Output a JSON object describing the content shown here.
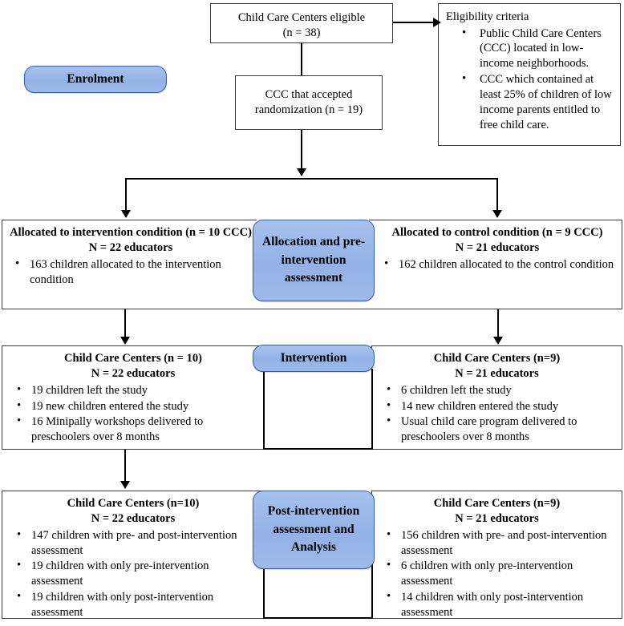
{
  "diagram": {
    "title": "CONSORT participant flow diagram",
    "accent_blue": "#9cb8e8",
    "accent_blue_border": "#2f5fa8",
    "box_border": "#3a3a3a"
  },
  "stages": {
    "enrolment_label": "Enrolment",
    "allocation_label": "Allocation and pre-intervention assessment",
    "intervention_label": "Intervention",
    "post_label": "Post-intervention assessment and Analysis"
  },
  "enrolment": {
    "eligible_line1": "Child Care Centers eligible",
    "eligible_line2": "(n = 38)",
    "randomized_line1": "CCC that accepted",
    "randomized_line2": "randomization (n = 19)",
    "criteria_title": "Eligibility criteria",
    "criteria_items": [
      "Public Child Care Centers (CCC) located in low-income neighborhoods.",
      "CCC which contained at least 25% of children of low income parents entitled to free child care."
    ]
  },
  "allocation": {
    "intervention": {
      "header_line1": "Allocated to intervention condition (n = 10 CCC)",
      "header_line2": "N = 22 educators",
      "items": [
        "163 children allocated to the intervention condition"
      ]
    },
    "control": {
      "header_line1": "Allocated to control condition (n = 9 CCC)",
      "header_line2": "N = 21 educators",
      "items": [
        "162 children allocated to the control condition"
      ]
    }
  },
  "intervention_row": {
    "intervention": {
      "header_line1": "Child Care Centers (n = 10)",
      "header_line2": "N = 22 educators",
      "items": [
        "19 children left the study",
        "19 new children entered the study",
        "16 Minipally workshops delivered to preschoolers over 8 months"
      ]
    },
    "control": {
      "header_line1": "Child Care Centers (n=9)",
      "header_line2": "N = 21 educators",
      "items": [
        "6 children left the study",
        "14 new children entered the study",
        "Usual child care program delivered to preschoolers over 8 months"
      ]
    }
  },
  "post_row": {
    "intervention": {
      "header_line1": "Child Care Centers (n=10)",
      "header_line2": "N = 22 educators",
      "items": [
        "147 children with pre- and post-intervention assessment",
        "19 children with only pre-intervention assessment",
        "19 children with only post-intervention assessment"
      ]
    },
    "control": {
      "header_line1": "Child Care Centers (n=9)",
      "header_line2": "N = 21 educators",
      "items": [
        "156 children with pre- and post-intervention assessment",
        "6 children with only pre-intervention assessment",
        "14 children with only post-intervention assessment"
      ]
    }
  }
}
